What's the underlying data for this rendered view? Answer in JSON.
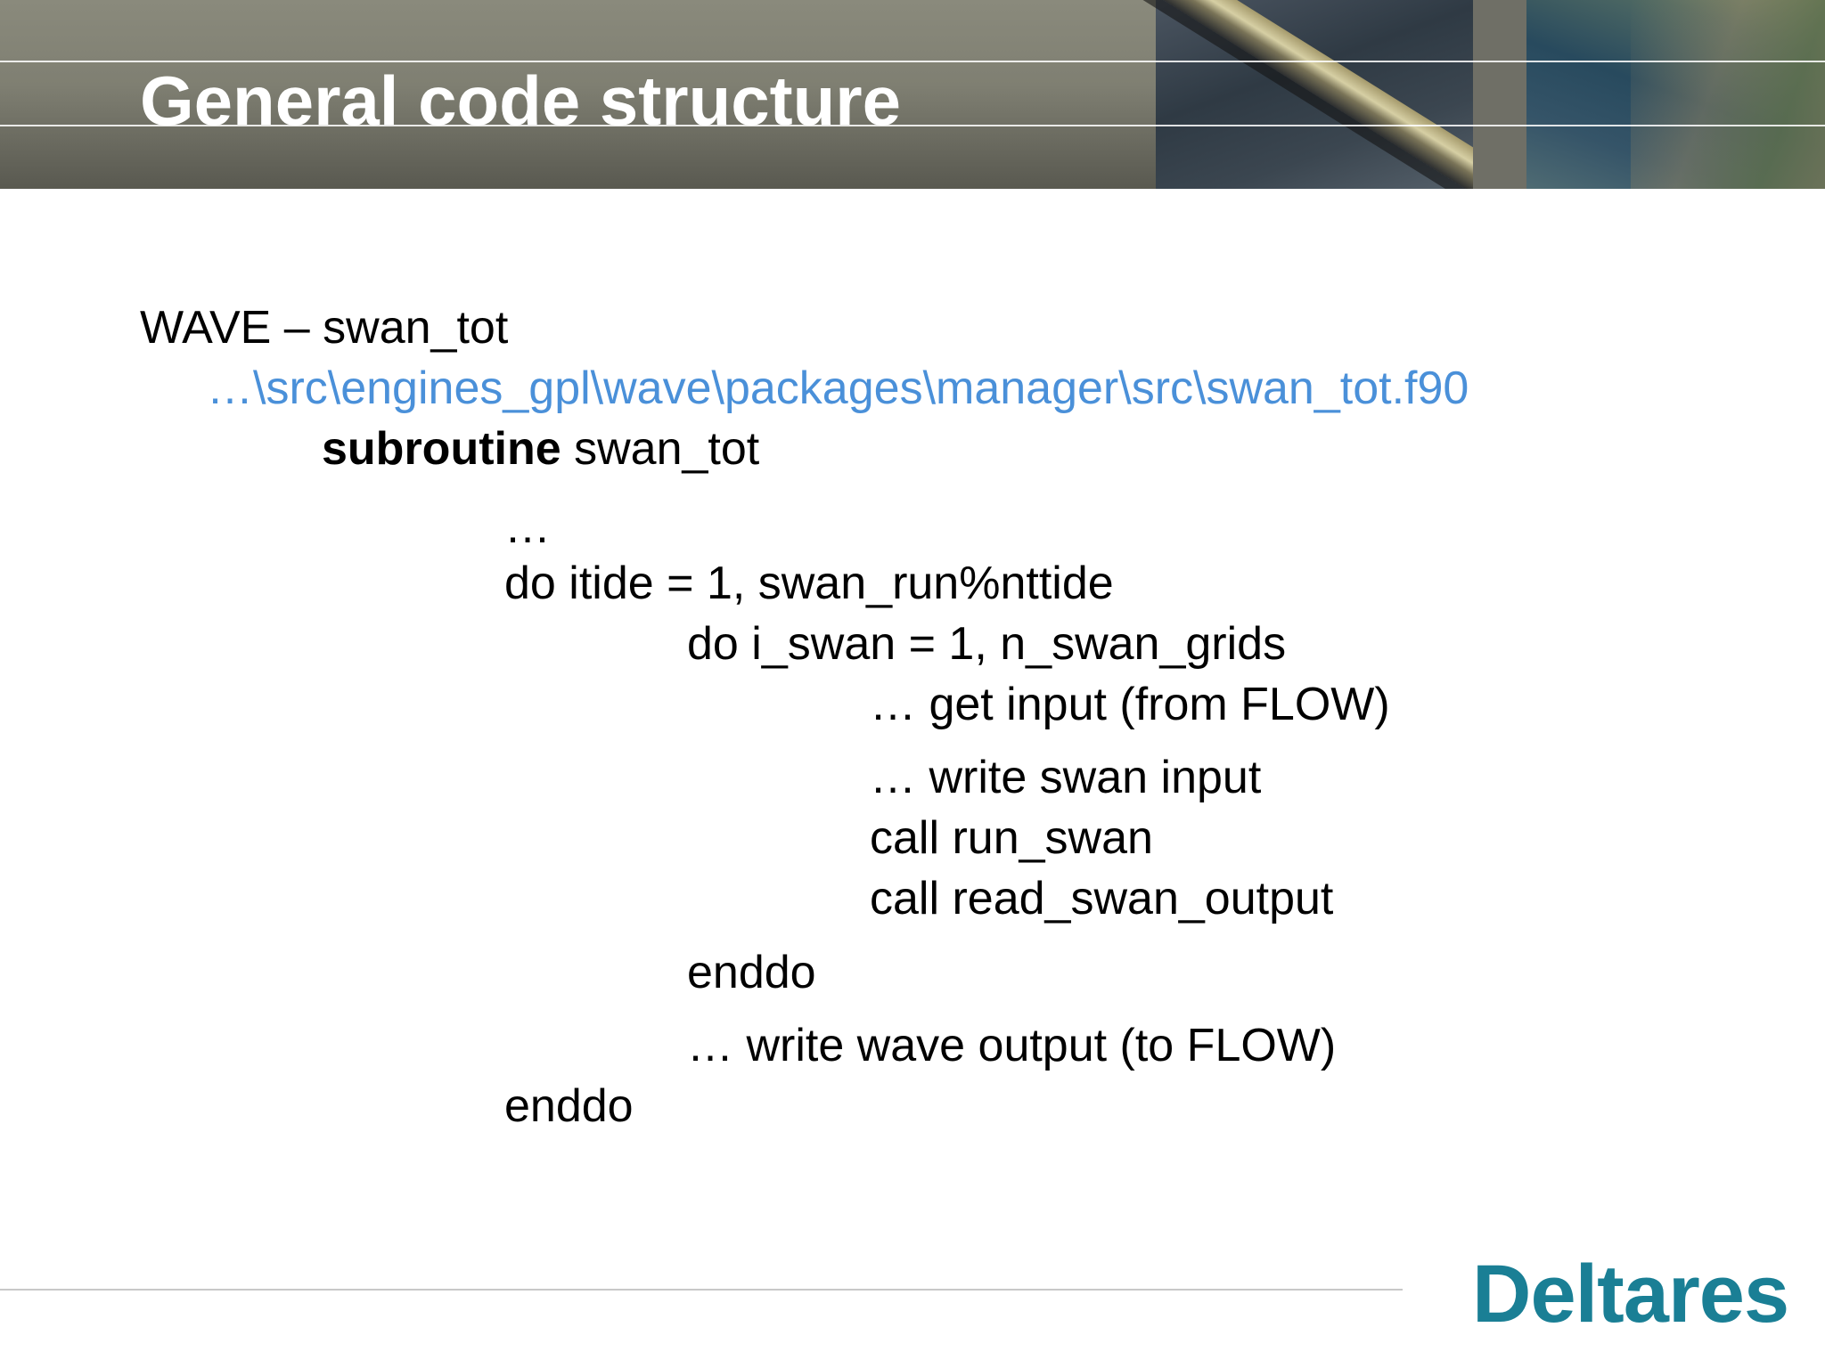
{
  "slide": {
    "title": "General code structure",
    "lines": [
      "WAVE – swan_tot",
      "…\\src\\engines_gpl\\wave\\packages\\manager\\src\\swan_tot.f90",
      "subroutine",
      " swan_tot",
      "…",
      "do itide = 1, swan_run%nttide",
      "do i_swan = 1, n_swan_grids",
      "… get input (from FLOW)",
      "… write swan input",
      "call run_swan",
      "call read_swan_output",
      "enddo",
      "… write wave output (to FLOW)",
      "enddo"
    ]
  },
  "logo": {
    "text": "Deltares"
  },
  "colors": {
    "path_link": "#4a90d9",
    "logo": "#1a7f95",
    "header": "#7f7f72"
  }
}
